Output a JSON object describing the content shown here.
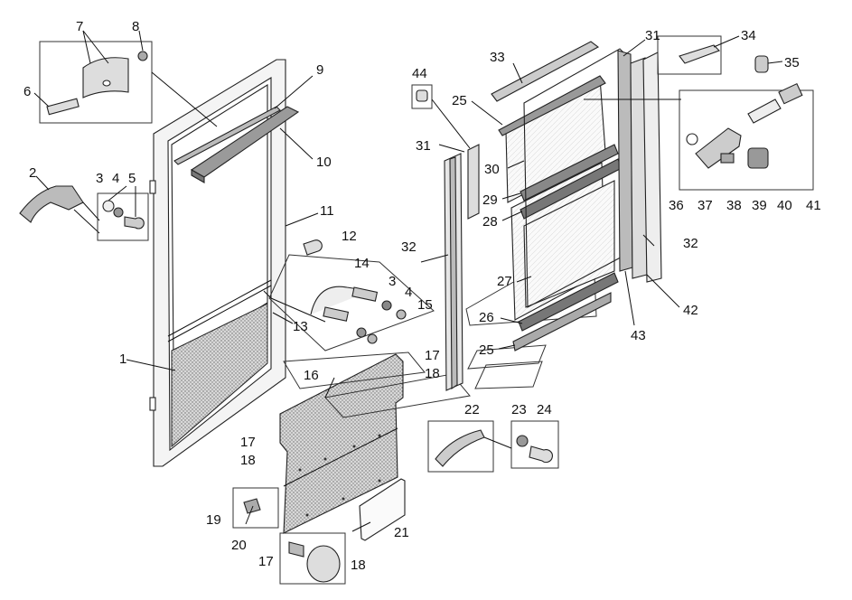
{
  "callouts": [
    {
      "id": "c1",
      "text": "1"
    },
    {
      "id": "c2",
      "text": "2"
    },
    {
      "id": "c3a",
      "text": "3"
    },
    {
      "id": "c4a",
      "text": "4"
    },
    {
      "id": "c5",
      "text": "5"
    },
    {
      "id": "c6",
      "text": "6"
    },
    {
      "id": "c7",
      "text": "7"
    },
    {
      "id": "c8",
      "text": "8"
    },
    {
      "id": "c9",
      "text": "9"
    },
    {
      "id": "c10",
      "text": "10"
    },
    {
      "id": "c11",
      "text": "11"
    },
    {
      "id": "c12",
      "text": "12"
    },
    {
      "id": "c13",
      "text": "13"
    },
    {
      "id": "c14",
      "text": "14"
    },
    {
      "id": "c3b",
      "text": "3"
    },
    {
      "id": "c4b",
      "text": "4"
    },
    {
      "id": "c15",
      "text": "15"
    },
    {
      "id": "c16",
      "text": "16"
    },
    {
      "id": "c17a",
      "text": "17"
    },
    {
      "id": "c18a",
      "text": "18"
    },
    {
      "id": "c17b",
      "text": "17"
    },
    {
      "id": "c18b",
      "text": "18"
    },
    {
      "id": "c19",
      "text": "19"
    },
    {
      "id": "c20",
      "text": "20"
    },
    {
      "id": "c21",
      "text": "21"
    },
    {
      "id": "c17c",
      "text": "17"
    },
    {
      "id": "c18c",
      "text": "18"
    },
    {
      "id": "c22",
      "text": "22"
    },
    {
      "id": "c23",
      "text": "23"
    },
    {
      "id": "c24",
      "text": "24"
    },
    {
      "id": "c25a",
      "text": "25"
    },
    {
      "id": "c25b",
      "text": "25"
    },
    {
      "id": "c26",
      "text": "26"
    },
    {
      "id": "c27",
      "text": "27"
    },
    {
      "id": "c28",
      "text": "28"
    },
    {
      "id": "c29",
      "text": "29"
    },
    {
      "id": "c30",
      "text": "30"
    },
    {
      "id": "c31a",
      "text": "31"
    },
    {
      "id": "c31b",
      "text": "31"
    },
    {
      "id": "c32a",
      "text": "32"
    },
    {
      "id": "c32b",
      "text": "32"
    },
    {
      "id": "c33",
      "text": "33"
    },
    {
      "id": "c34",
      "text": "34"
    },
    {
      "id": "c35",
      "text": "35"
    },
    {
      "id": "c36",
      "text": "36"
    },
    {
      "id": "c37",
      "text": "37"
    },
    {
      "id": "c38",
      "text": "38"
    },
    {
      "id": "c39",
      "text": "39"
    },
    {
      "id": "c40",
      "text": "40"
    },
    {
      "id": "c41",
      "text": "41"
    },
    {
      "id": "c42",
      "text": "42"
    },
    {
      "id": "c43",
      "text": "43"
    },
    {
      "id": "c44",
      "text": "44"
    }
  ]
}
